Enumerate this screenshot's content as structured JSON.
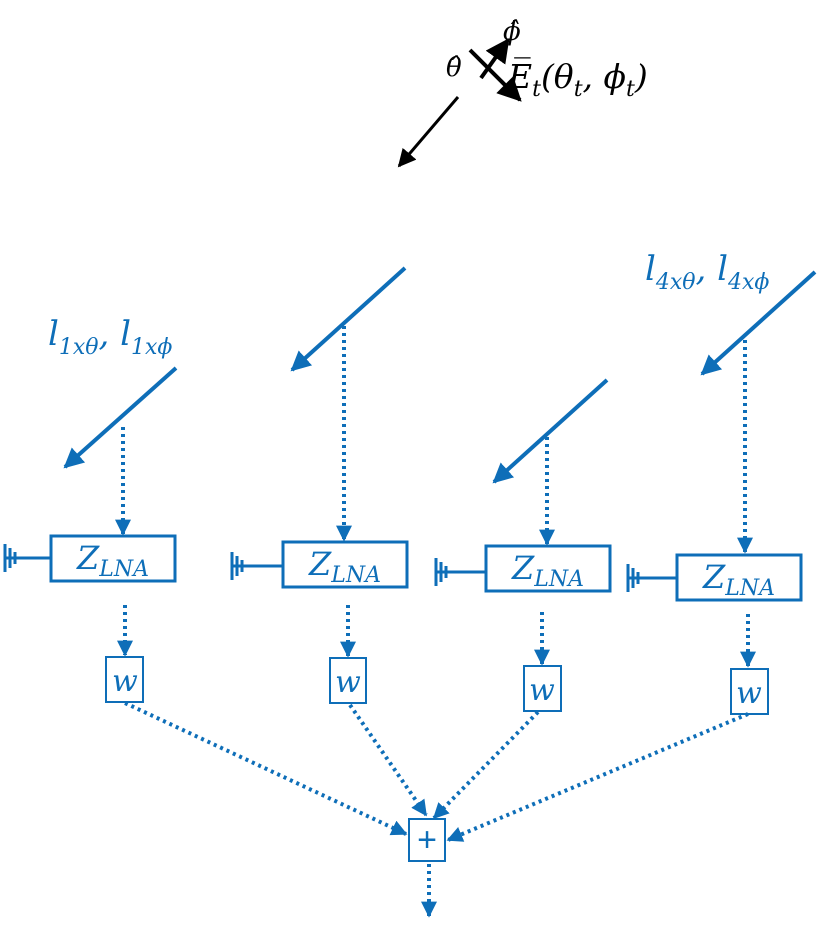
{
  "incident_field": {
    "theta_hat": "θ̂",
    "phi_hat": "ϕ̂",
    "E_bar": "E̅",
    "E_sub": "t",
    "args": "(θ",
    "args_sub1": "t",
    "args_mid": ", ϕ",
    "args_sub2": "t",
    "args_close": ")"
  },
  "element_labels": {
    "first": {
      "l1": "l",
      "s1": "1xθ",
      "sep": ", ",
      "l2": "l",
      "s2": "1xϕ"
    },
    "last": {
      "l1": "l",
      "s1": "4xθ",
      "sep": ", ",
      "l2": "l",
      "s2": "4xϕ"
    }
  },
  "lna": {
    "main": "Z",
    "sub": "LNA"
  },
  "weight": "w",
  "sum": "+",
  "colors": {
    "accent": "#0E6EB8",
    "black": "#000000",
    "background": "#ffffff"
  }
}
